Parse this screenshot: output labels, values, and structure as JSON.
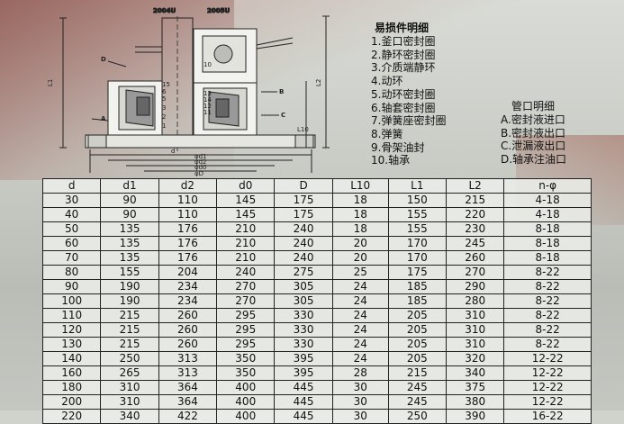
{
  "drawing": {
    "labels_top": [
      "2004U",
      "2005U"
    ],
    "part_numbers": [
      "10",
      "13",
      "14",
      "12",
      "11",
      "15",
      "6",
      "5",
      "3",
      "2",
      "1"
    ],
    "port_labels": [
      "A",
      "B",
      "D",
      "C"
    ],
    "dim_labels": [
      "L1",
      "L2",
      "d",
      "φd1",
      "φd2",
      "φd0",
      "φD",
      "L10"
    ]
  },
  "parts_list": {
    "title": "易损件明细",
    "items": [
      "1.釜口密封圈",
      "2.静环密封圈",
      "3.介质端静环",
      "4.动环",
      "5.动环密封圈",
      "6.轴套密封圈",
      "7.弹簧座密封圈",
      "8.弹簧",
      "9.骨架油封",
      "10.轴承"
    ]
  },
  "pipe_list": {
    "title": "管口明细",
    "items": [
      "A.密封液进口",
      "B.密封液出口",
      "C.泄漏液出口",
      "D.轴承注油口"
    ]
  },
  "table": {
    "headers": [
      "d",
      "d1",
      "d2",
      "d0",
      "D",
      "L10",
      "L1",
      "L2",
      "n-φ"
    ],
    "rows": [
      [
        "30",
        "90",
        "110",
        "145",
        "175",
        "18",
        "150",
        "215",
        "4-18"
      ],
      [
        "40",
        "90",
        "110",
        "145",
        "175",
        "18",
        "155",
        "220",
        "4-18"
      ],
      [
        "50",
        "135",
        "176",
        "210",
        "240",
        "18",
        "155",
        "230",
        "8-18"
      ],
      [
        "60",
        "135",
        "176",
        "210",
        "240",
        "20",
        "170",
        "245",
        "8-18"
      ],
      [
        "70",
        "135",
        "176",
        "210",
        "240",
        "20",
        "170",
        "260",
        "8-18"
      ],
      [
        "80",
        "155",
        "204",
        "240",
        "275",
        "25",
        "175",
        "270",
        "8-22"
      ],
      [
        "90",
        "190",
        "234",
        "270",
        "305",
        "24",
        "185",
        "290",
        "8-22"
      ],
      [
        "100",
        "190",
        "234",
        "270",
        "305",
        "24",
        "185",
        "280",
        "8-22"
      ],
      [
        "110",
        "215",
        "260",
        "295",
        "330",
        "24",
        "205",
        "310",
        "8-22"
      ],
      [
        "120",
        "215",
        "260",
        "295",
        "330",
        "24",
        "205",
        "310",
        "8-22"
      ],
      [
        "130",
        "215",
        "260",
        "295",
        "330",
        "24",
        "205",
        "310",
        "8-22"
      ],
      [
        "140",
        "250",
        "313",
        "350",
        "395",
        "24",
        "205",
        "320",
        "12-22"
      ],
      [
        "160",
        "265",
        "313",
        "350",
        "395",
        "28",
        "215",
        "340",
        "12-22"
      ],
      [
        "180",
        "310",
        "364",
        "400",
        "445",
        "30",
        "245",
        "375",
        "12-22"
      ],
      [
        "200",
        "310",
        "364",
        "400",
        "445",
        "30",
        "245",
        "380",
        "12-22"
      ],
      [
        "220",
        "340",
        "422",
        "400",
        "445",
        "30",
        "250",
        "390",
        "16-22"
      ]
    ]
  }
}
